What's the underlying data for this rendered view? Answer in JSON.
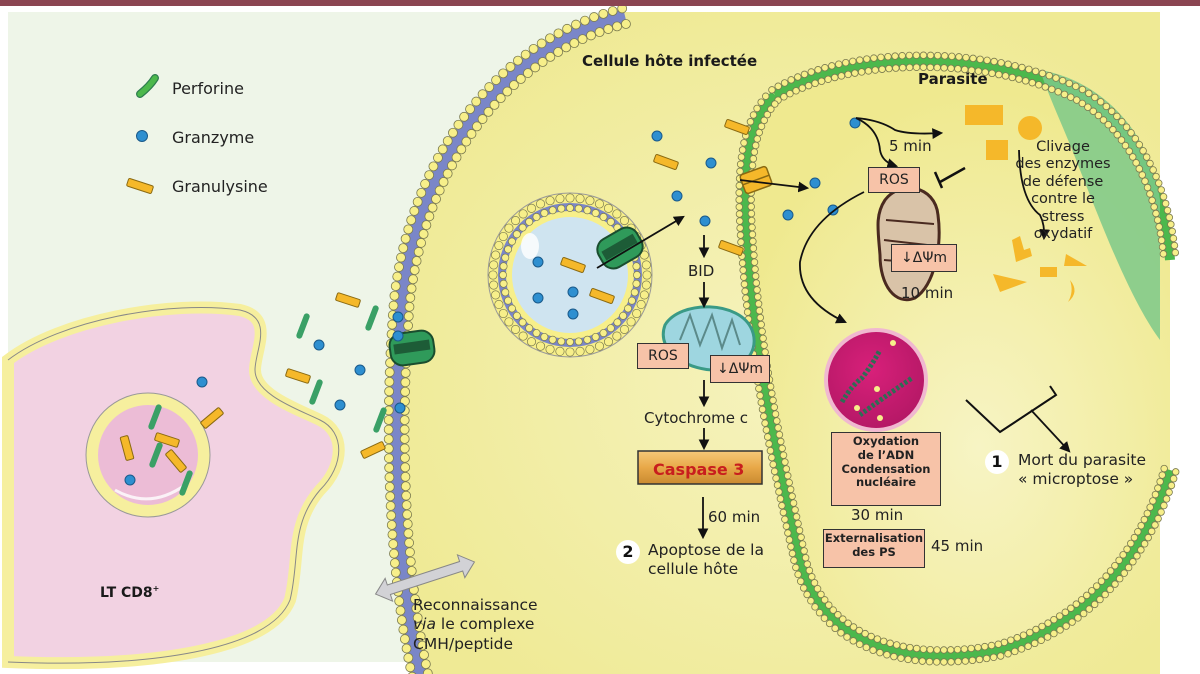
{
  "legend": {
    "items": [
      {
        "label": "Perforine",
        "icon": "perforin-icon",
        "color": "#4caf73"
      },
      {
        "label": "Granzyme",
        "icon": "granzyme-icon",
        "color": "#2e8fd0"
      },
      {
        "label": "Granulysine",
        "icon": "granulysin-icon",
        "color": "#f5b82a"
      }
    ]
  },
  "labels": {
    "host_cell": "Cellule hôte infectée",
    "parasite": "Parasite",
    "lt_cd8": "LT CD8",
    "lt_cd8_sup": "+",
    "bid": "BID",
    "ros": "ROS",
    "delta_psi": "↓ΔΨm",
    "cytochrome": "Cytochrome c",
    "caspase": "Caspase 3",
    "min60": "60 min",
    "apoptose_num": "2",
    "apoptose_line1": "Apoptose de la",
    "apoptose_line2": "cellule hôte",
    "min5": "5 min",
    "min10": "10 min",
    "min30": "30 min",
    "min45": "45 min",
    "clivage": [
      "Clivage",
      "des enzymes",
      "de défense",
      "contre le",
      "stress",
      "oxydatif"
    ],
    "oxydation": [
      "Oxydation",
      "de l’ADN",
      "Condensation",
      "nucléaire"
    ],
    "externalisation": [
      "Externalisation",
      "des PS"
    ],
    "mort_num": "1",
    "mort_line1": "Mort du parasite",
    "mort_line2": "« microptose »",
    "reco_line1": "Reconnaissance",
    "reco_via": "via",
    "reco_line2_rest": " le complexe",
    "reco_line3": "CMH/peptide"
  },
  "colors": {
    "background": "#eef5e8",
    "top_bar": "#8b4552",
    "host_cytoplasm": "#f2eea0",
    "membrane_blue": "#7a86c8",
    "lipid_head": "#f7ef8a",
    "parasite_membrane": "#4cb84c",
    "lt_pink": "#f2d2e2",
    "caspase_text": "#c81e1e",
    "box_fill": "#f7c3a8"
  }
}
